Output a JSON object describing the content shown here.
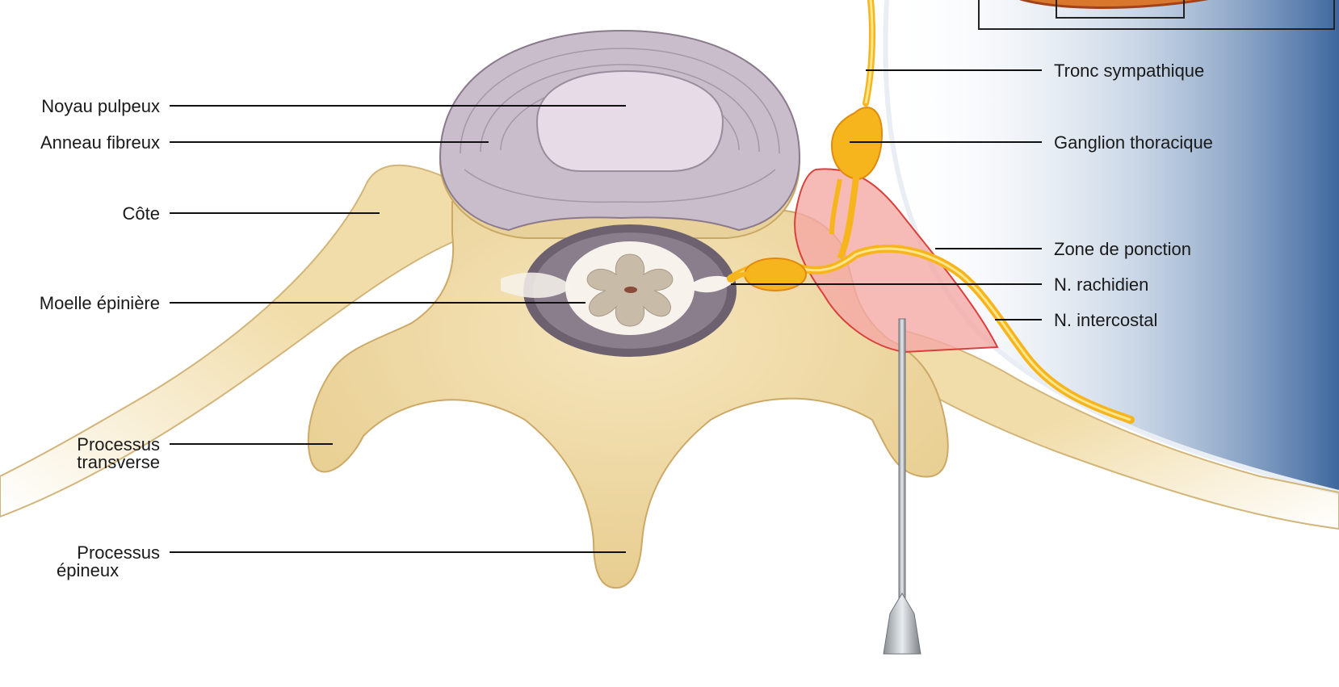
{
  "labels": {
    "noyau": "Noyau pulpeux",
    "anneau": "Anneau fibreux",
    "cote": "Côte",
    "moelle": "Moelle épinière",
    "transverse_1": "Processus",
    "transverse_2": "transverse",
    "epineux_1": "Processus",
    "epineux_2": "épineux",
    "tronc": "Tronc sympathique",
    "ganglion": "Ganglion thoracique",
    "zone": "Zone de ponction",
    "rachidien": "N. rachidien",
    "intercostal": "N. intercostal"
  },
  "colors": {
    "bone": "#f1ddaa",
    "bone_shadow": "#d9bf82",
    "disc": "#c9bccb",
    "nucleus": "#e6dbe6",
    "canal": "#6d6170",
    "cord": "#f7f3ec",
    "grey_matter": "#c8bba8",
    "nerve": "#f7b51d",
    "puncture_zone": "#f4a9a5",
    "pleura": "#4f78ad"
  }
}
